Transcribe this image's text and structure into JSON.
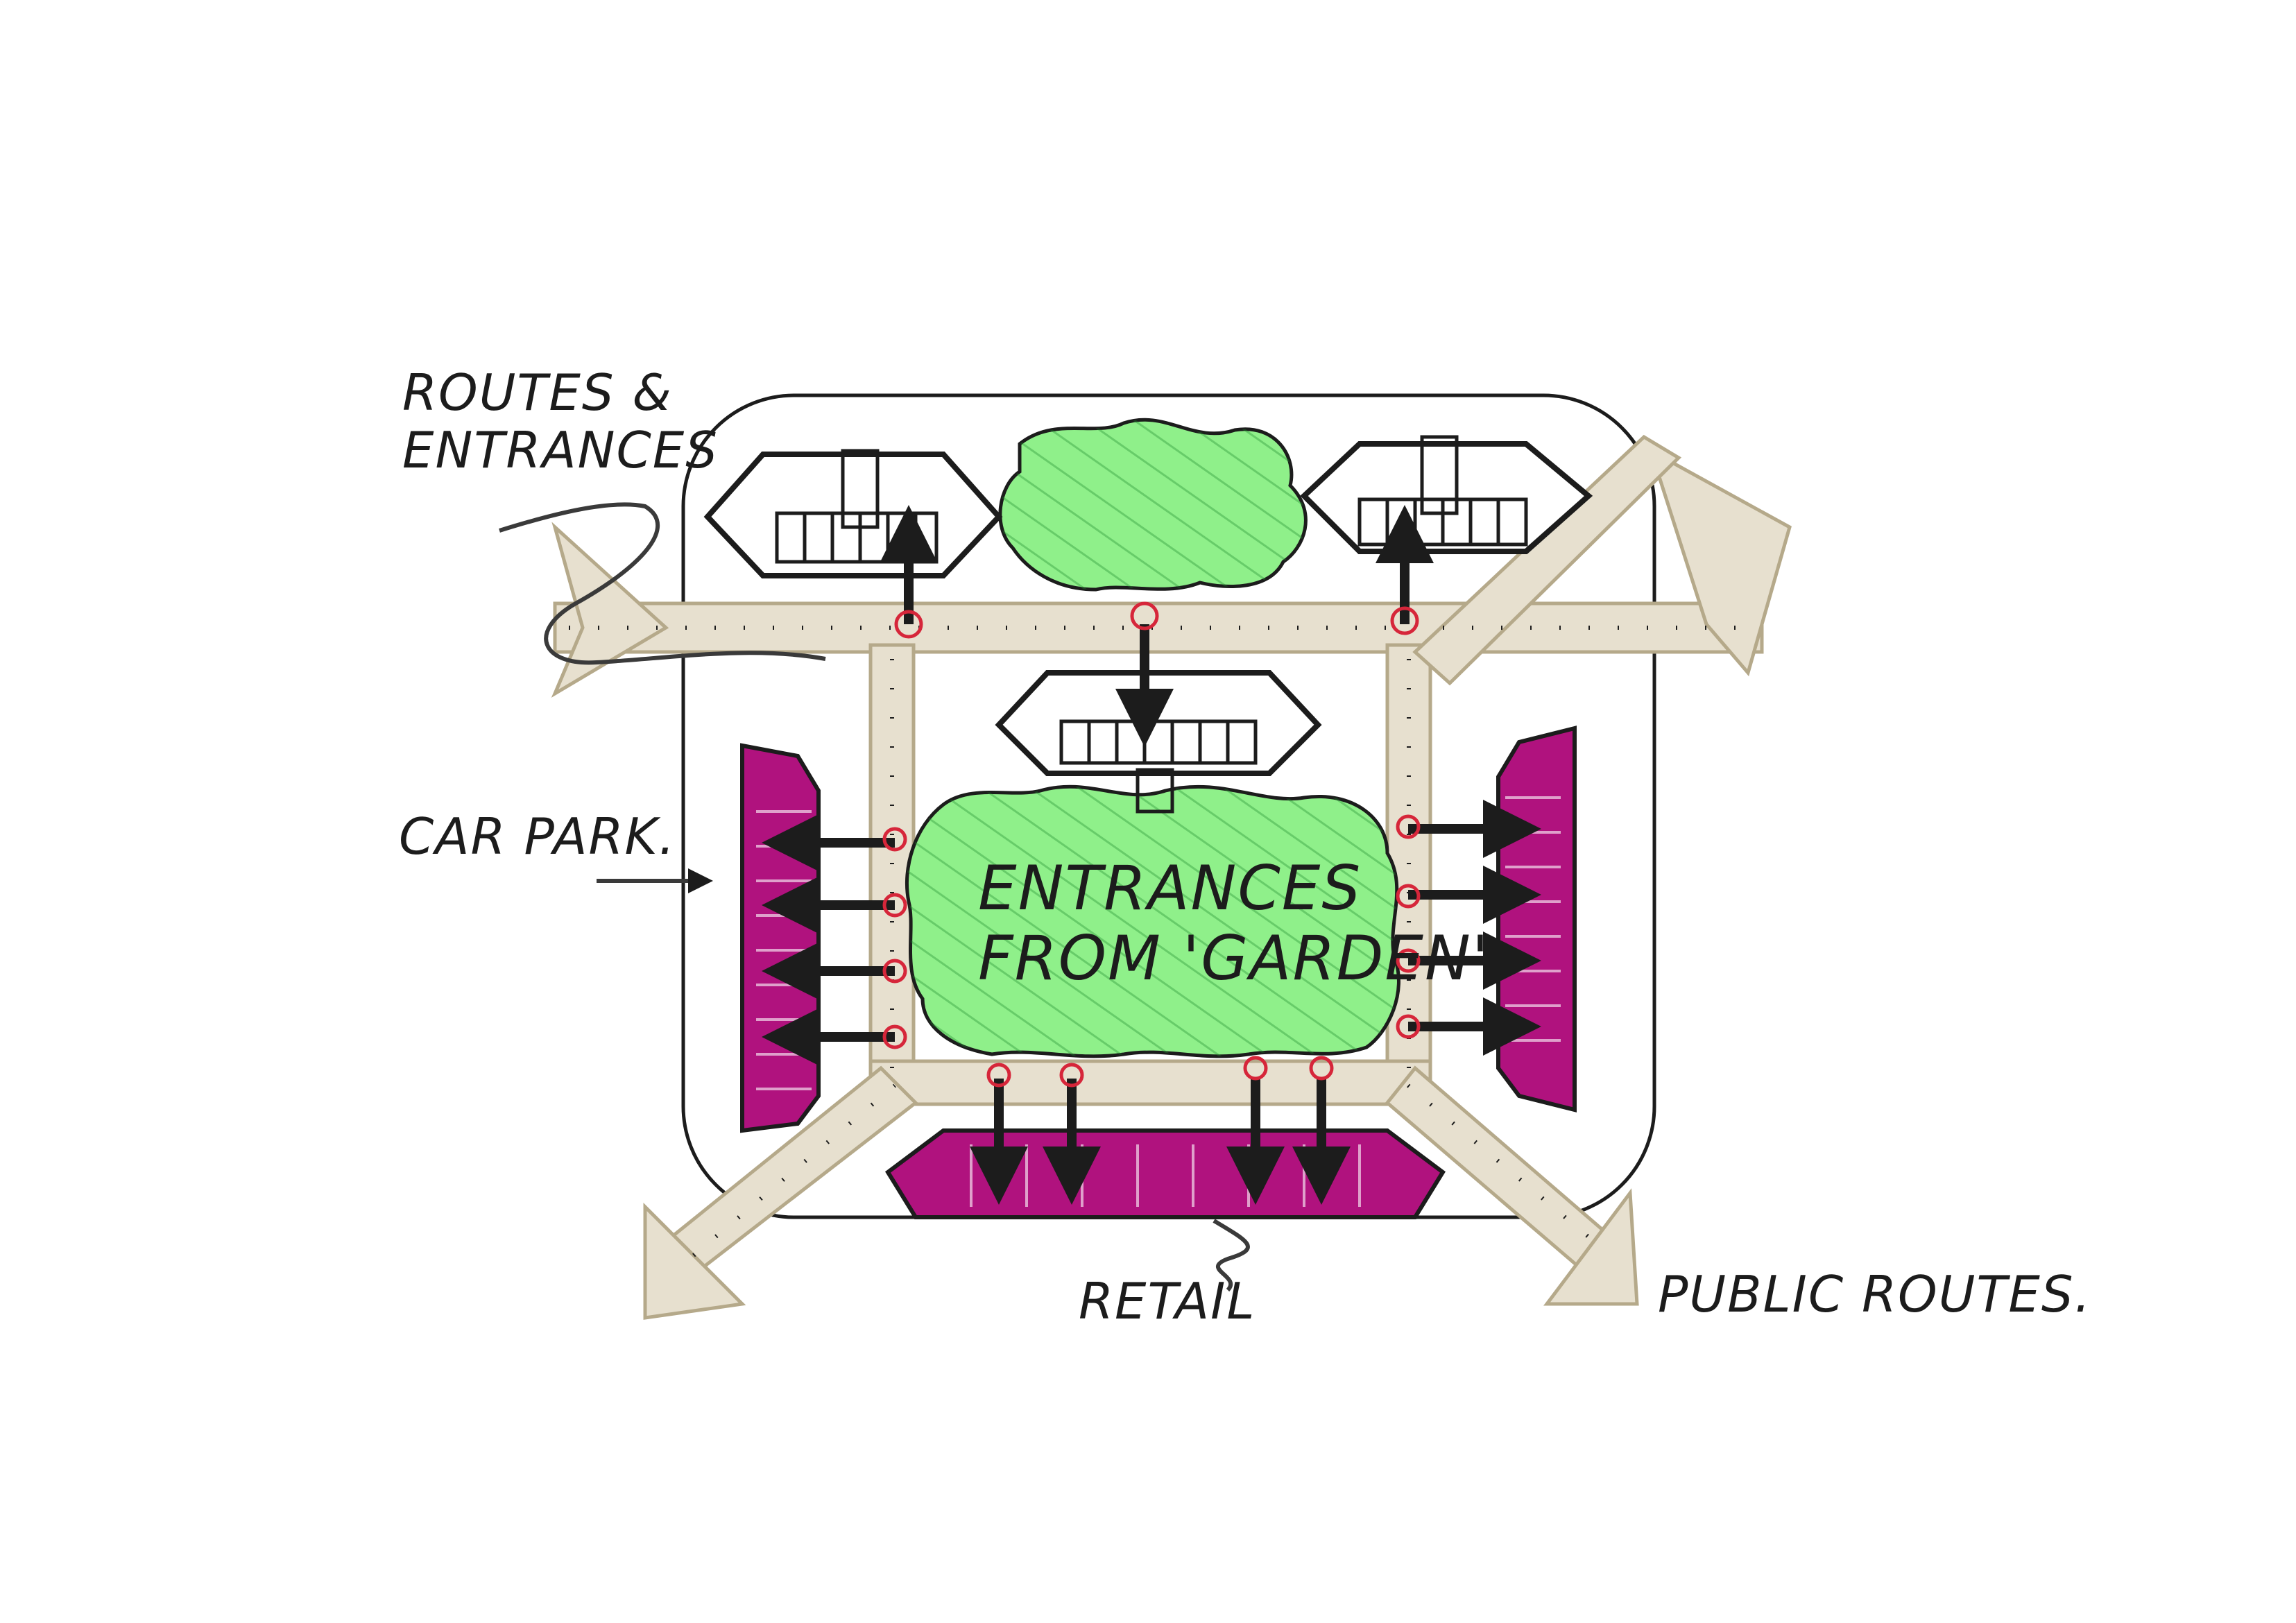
{
  "labels": {
    "routes_entrances_line1": "Routes &",
    "routes_entrances_line2": "Entrances",
    "car_park": "Car Park.",
    "entrances_line1": "Entrances",
    "entrances_line2": "From 'Garden'.",
    "retail": "Retail",
    "public_routes": "Public Routes."
  },
  "colors": {
    "ink": "#1c1c1c",
    "garden_green": "#8ff08a",
    "car_park_magenta": "#b0127e",
    "route_beige": "#e7e0cf",
    "route_edge": "#b5a98a",
    "entrance_red": "#d6263a"
  }
}
